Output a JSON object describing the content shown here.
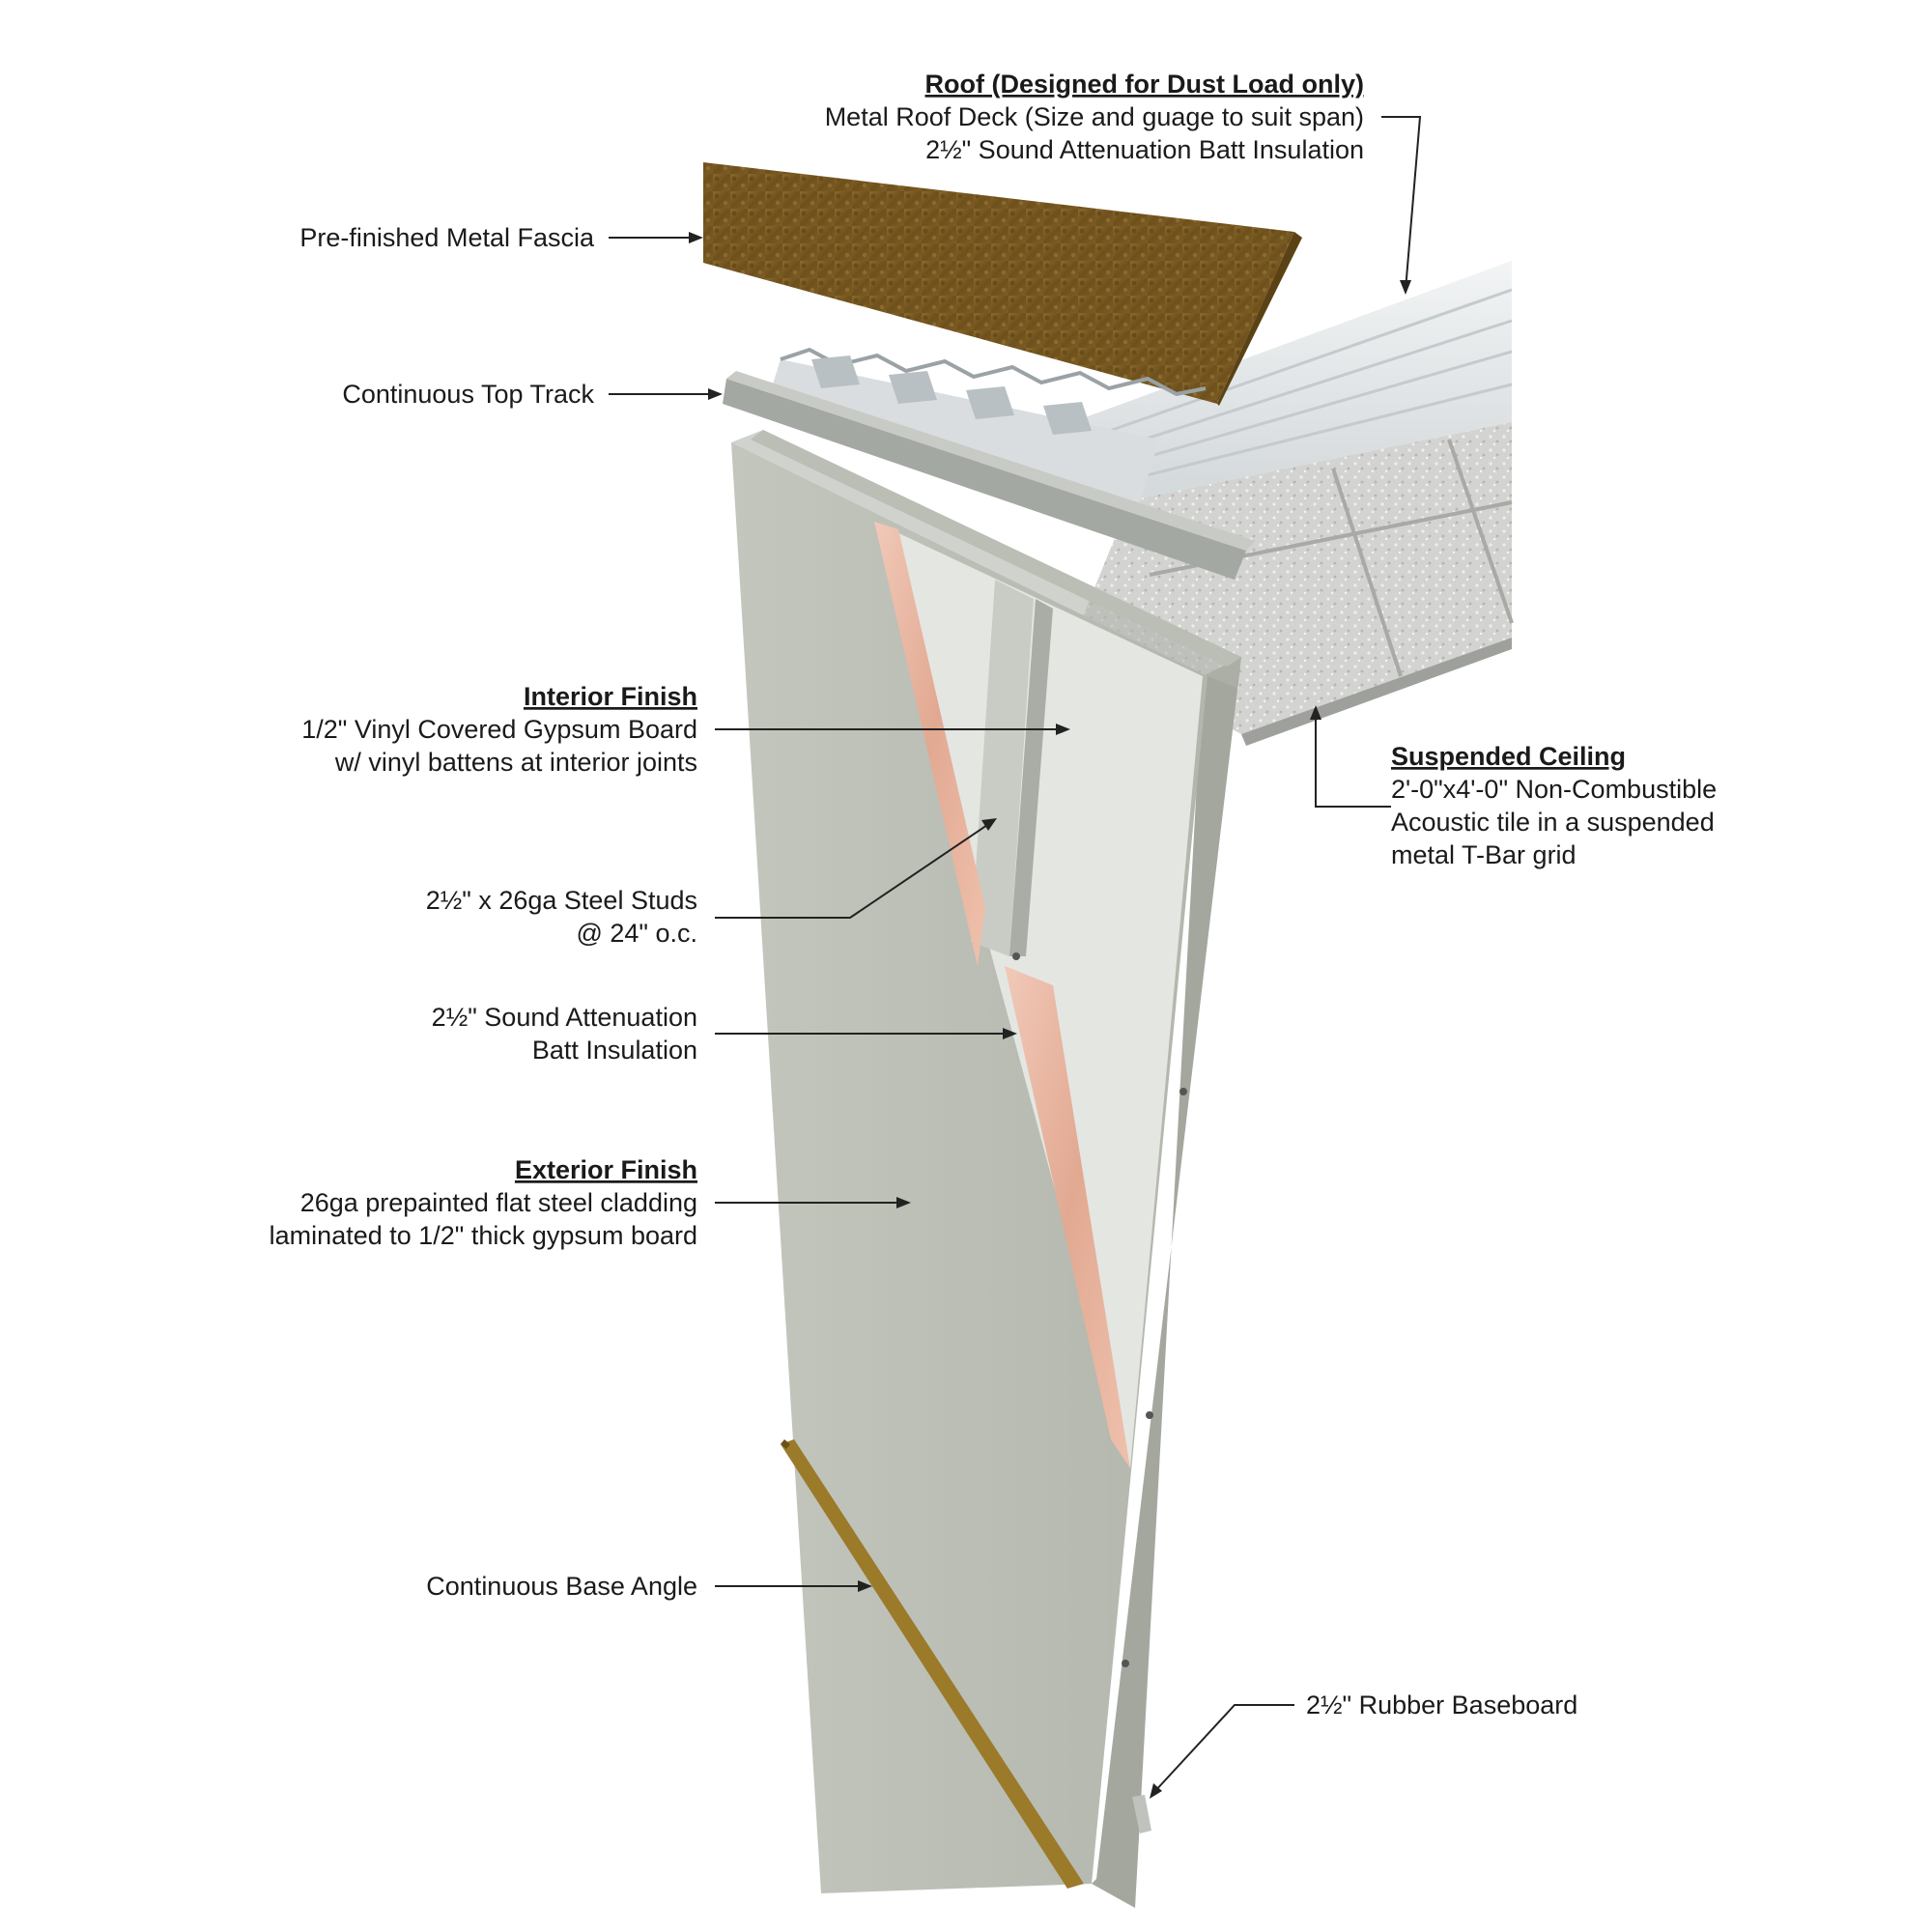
{
  "colors": {
    "background": "#ffffff",
    "wall_panel": "#bcc0b6",
    "wall_edge": "#a6aaa1",
    "fascia": "#7a5a22",
    "roof_deck": "#e4e7e8",
    "ceiling_tile": "#d6d6d4",
    "insulation": "#e9b9a6",
    "base_angle": "#9b7a2a",
    "text": "#1a1a1a"
  },
  "labels": {
    "roof": {
      "heading": "Roof (Designed for Dust Load only)",
      "line1": "Metal Roof Deck (Size and guage to suit span)",
      "line2": "2½\" Sound Attenuation Batt Insulation"
    },
    "fascia": {
      "text": "Pre-finished Metal Fascia"
    },
    "top_track": {
      "text": "Continuous Top Track"
    },
    "interior_finish": {
      "heading": "Interior Finish",
      "line1": "1/2\" Vinyl Covered Gypsum Board",
      "line2": "w/ vinyl battens at interior joints"
    },
    "suspended_ceiling": {
      "heading": "Suspended Ceiling",
      "line1": "2'-0\"x4'-0\" Non-Combustible",
      "line2": "Acoustic tile in a suspended",
      "line3": "metal T-Bar grid"
    },
    "steel_studs": {
      "line1": "2½\" x 26ga Steel Studs",
      "line2": "@ 24\" o.c."
    },
    "batt_insulation": {
      "line1": "2½\" Sound Attenuation",
      "line2": "Batt Insulation"
    },
    "exterior_finish": {
      "heading": "Exterior Finish",
      "line1": "26ga prepainted flat steel cladding",
      "line2": "laminated to 1/2\" thick gypsum board"
    },
    "base_angle": {
      "text": "Continuous Base Angle"
    },
    "rubber_baseboard": {
      "text": "2½\" Rubber Baseboard"
    }
  }
}
